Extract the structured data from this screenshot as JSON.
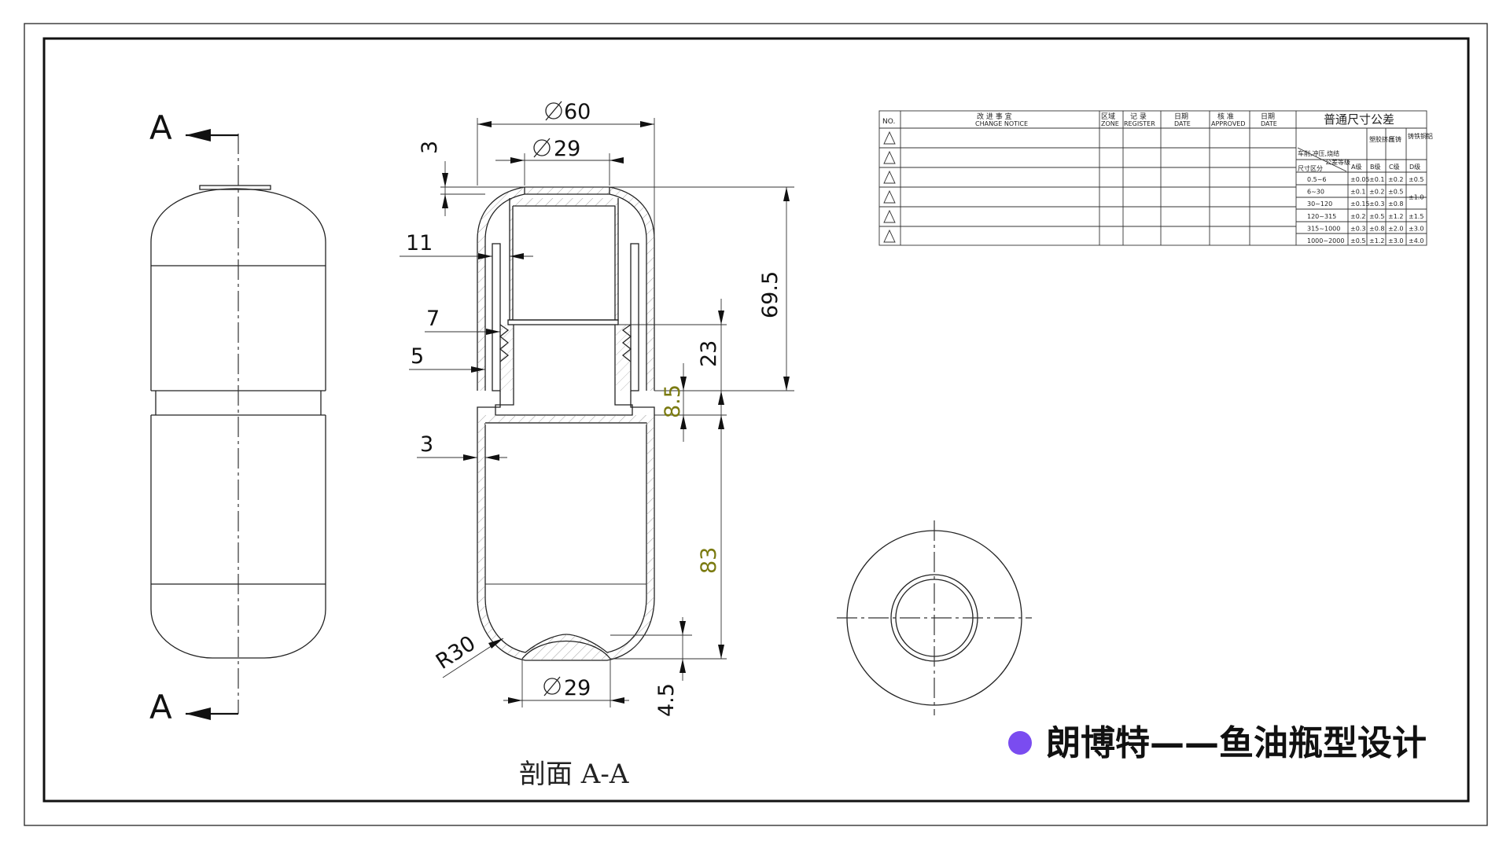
{
  "section_marks": {
    "top": "A",
    "bottom": "A"
  },
  "dimensions": {
    "d60": "60",
    "d29_top": "29",
    "v3_top": "3",
    "h11": "11",
    "h7": "7",
    "h5": "5",
    "h3": "3",
    "v69_5": "69.5",
    "v23": "23",
    "v8_5": "8.5",
    "v83": "83",
    "r30": "R30",
    "d29_bottom": "29",
    "v4_5": "4.5"
  },
  "section_caption": "剖面 A-A",
  "title_block": {
    "headers": {
      "no": "NO.",
      "change": "改 进 事 宜",
      "change_en": "CHANGE NOTICE",
      "zone": "区域",
      "zone_en": "ZONE",
      "record": "记 录",
      "record_en": "REGISTER",
      "date1": "日期",
      "date1_en": "DATE",
      "approve": "核 准",
      "approve_en": "APPROVED",
      "date2": "日期",
      "date2_en": "DATE"
    },
    "tolerance": {
      "title": "普通尺寸公差",
      "col_plastic": "塑胶挤出",
      "col_die": "压铸",
      "col_cast": "铸铁铜铝",
      "row_head_a": "车削,冲压,烧结",
      "row_head_b": "尺寸区分",
      "row_head_c": "公差等级",
      "grades": [
        "A级",
        "B级",
        "C级",
        "D级"
      ],
      "rows": [
        {
          "range": "0.5~6",
          "a": "±0.05",
          "b": "±0.1",
          "c": "±0.2",
          "d": "±0.5"
        },
        {
          "range": "6~30",
          "a": "±0.1",
          "b": "±0.2",
          "c": "±0.5",
          "d": "±1.0"
        },
        {
          "range": "30~120",
          "a": "±0.15",
          "b": "±0.3",
          "c": "±0.8",
          "d": ""
        },
        {
          "range": "120~315",
          "a": "±0.2",
          "b": "±0.5",
          "c": "±1.2",
          "d": "±1.5"
        },
        {
          "range": "315~1000",
          "a": "±0.3",
          "b": "±0.8",
          "c": "±2.0",
          "d": "±3.0"
        },
        {
          "range": "1000~2000",
          "a": "±0.5",
          "b": "±1.2",
          "c": "±3.0",
          "d": "±4.0"
        }
      ]
    }
  },
  "title": {
    "text": "朗博特——鱼油瓶型设计",
    "bullet_color": "#7a4cf0"
  }
}
